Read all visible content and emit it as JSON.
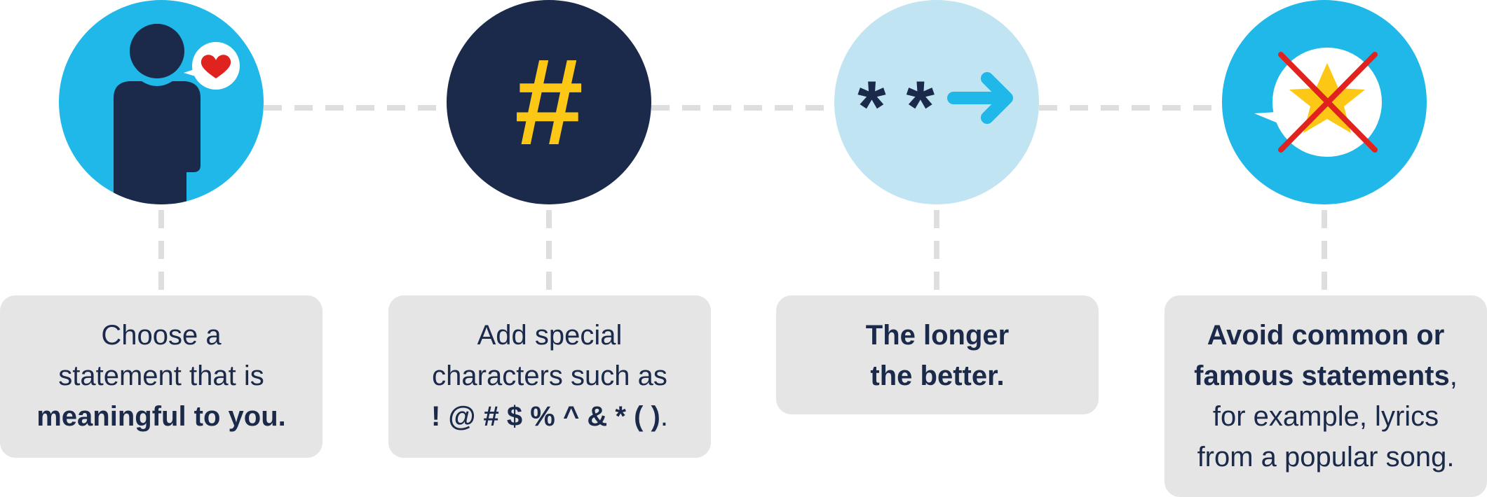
{
  "colors": {
    "navy": "#1b2a4a",
    "sky_blue": "#1fb8e8",
    "light_blue": "#c1e4f3",
    "yellow": "#fcc815",
    "red": "#e0231f",
    "card_grey": "#e5e5e5",
    "connector_grey": "#dedede"
  },
  "steps": [
    {
      "icon": "person-with-heart-speech-bubble-icon",
      "text": {
        "line1": "Choose a",
        "line2": "statement that is",
        "line3_bold": "meaningful to you."
      }
    },
    {
      "icon": "hash-symbol-icon",
      "glyph": "#",
      "text": {
        "line1": "Add special",
        "line2": "characters such as",
        "line3_bold": "! @ # $ % ^ & * ( )",
        "line3_tail": "."
      }
    },
    {
      "icon": "asterisks-arrow-icon",
      "glyph": "* *",
      "text": {
        "line1_bold": "The longer",
        "line2_bold": "the better."
      }
    },
    {
      "icon": "crossed-out-star-speech-bubble-icon",
      "text": {
        "line1_bold": "Avoid common or",
        "line2_bold": "famous statements",
        "line2_tail": ",",
        "line3": "for example, lyrics",
        "line4": "from a popular song."
      }
    }
  ]
}
